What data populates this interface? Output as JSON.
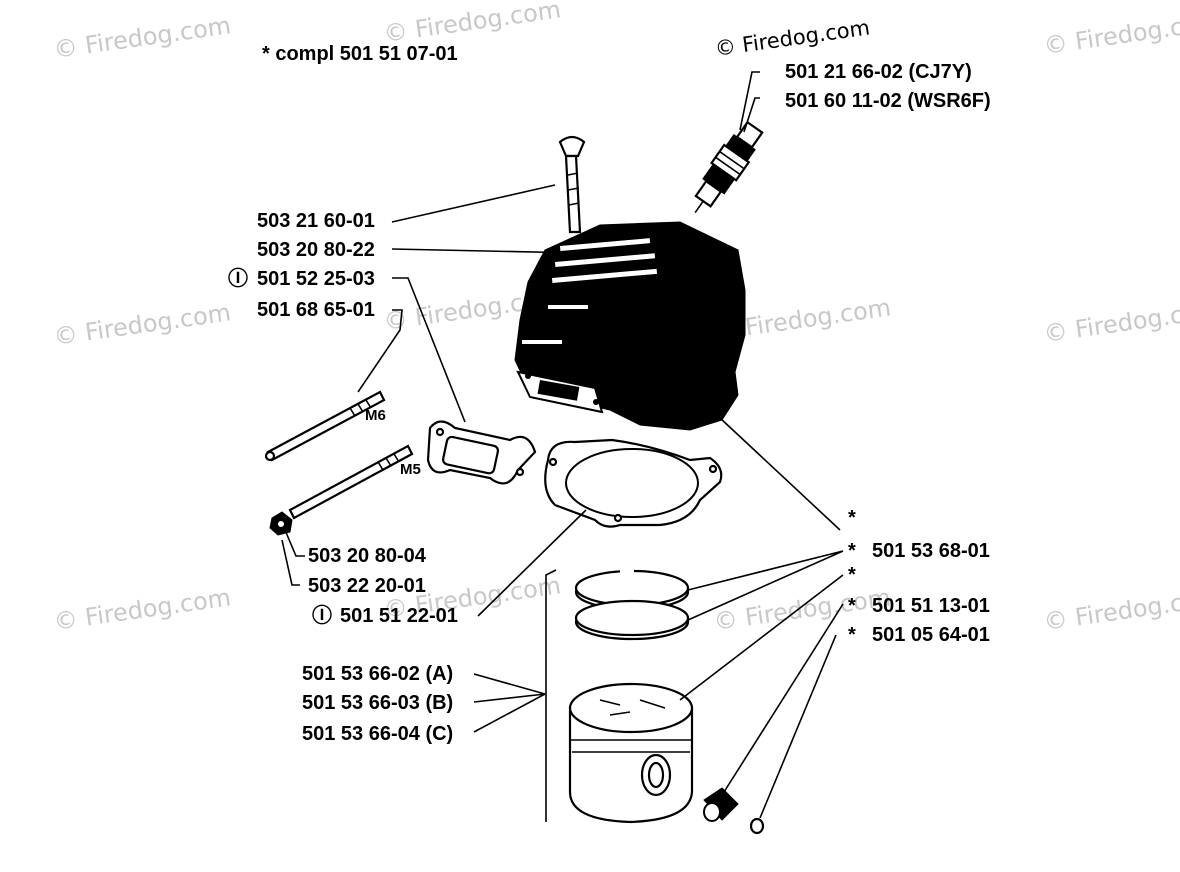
{
  "header": {
    "note": "*  compl 501 51 07-01"
  },
  "watermark": "© Firedog.com",
  "parts": {
    "spark_plug_cj7y": "501 21 66-02  (CJ7Y)",
    "spark_plug_wsr6f": "501 60 11-02  (WSR6F)",
    "bolt": "503 21 60-01",
    "cylinder": "503 20 80-22",
    "exhaust_gasket": "501 52 25-03",
    "stud_m6": "501 68 65-01",
    "stud_m5": "503 20 80-04",
    "nut": "503 22 20-01",
    "base_gasket": "501 51 22-01",
    "piston_ring": "501 53 68-01",
    "piston_pin": "501 51 13-01",
    "circlip": "501 05 64-01",
    "piston_a": "501 53 66-02 (A)",
    "piston_b": "501 53 66-03 (B)",
    "piston_c": "501 53 66-04 (C)"
  },
  "marks": {
    "circle_i": "Ⓘ",
    "asterisk": "*",
    "m6": "M6",
    "m5": "M5"
  }
}
